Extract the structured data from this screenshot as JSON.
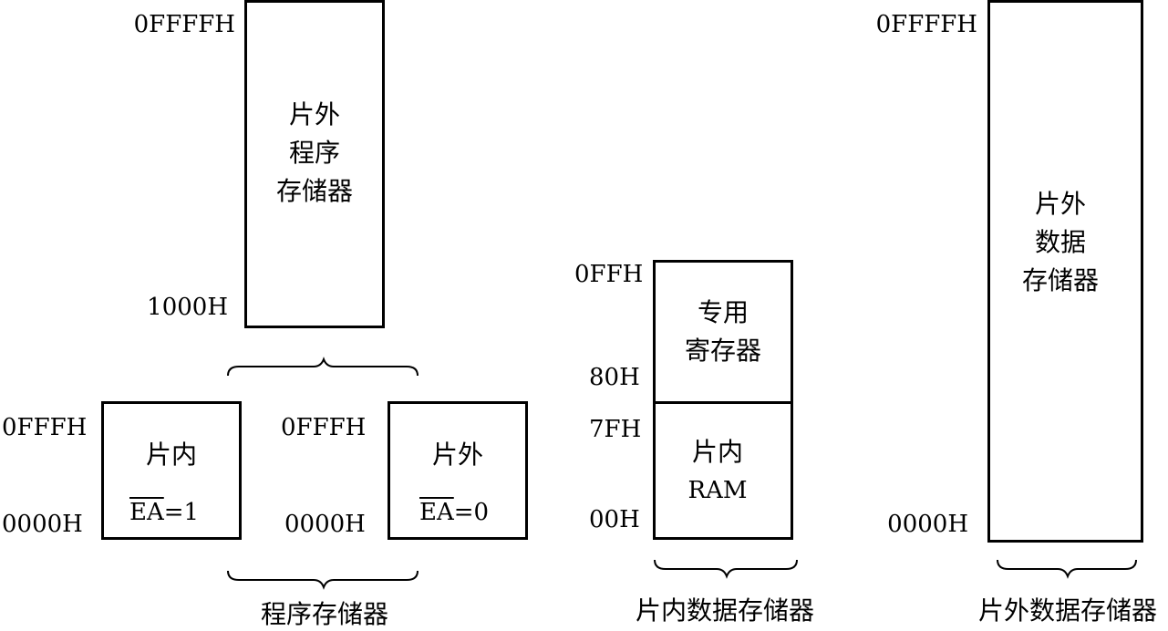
{
  "program_memory": {
    "external_top": {
      "addr_high": "0FFFFH",
      "addr_low": "1000H",
      "line1": "片外",
      "line2": "程序",
      "line3": "存储器"
    },
    "internal": {
      "addr_high": "0FFFH",
      "addr_low": "0000H",
      "title": "片内",
      "ea_signal": "EA",
      "ea_value": "=1"
    },
    "external": {
      "addr_high": "0FFFH",
      "addr_low": "0000H",
      "title": "片外",
      "ea_signal": "EA",
      "ea_value": "=0"
    },
    "caption": "程序存储器"
  },
  "internal_data_memory": {
    "sfr": {
      "addr_high": "0FFH",
      "addr_low": "80H",
      "line1": "专用",
      "line2": "寄存器"
    },
    "ram": {
      "addr_high": "7FH",
      "addr_low": "00H",
      "line1": "片内",
      "line2": "RAM"
    },
    "caption": "片内数据存储器"
  },
  "external_data_memory": {
    "addr_high": "0FFFFH",
    "addr_low": "0000H",
    "line1": "片外",
    "line2": "数据",
    "line3": "存储器",
    "caption": "片外数据存储器"
  }
}
